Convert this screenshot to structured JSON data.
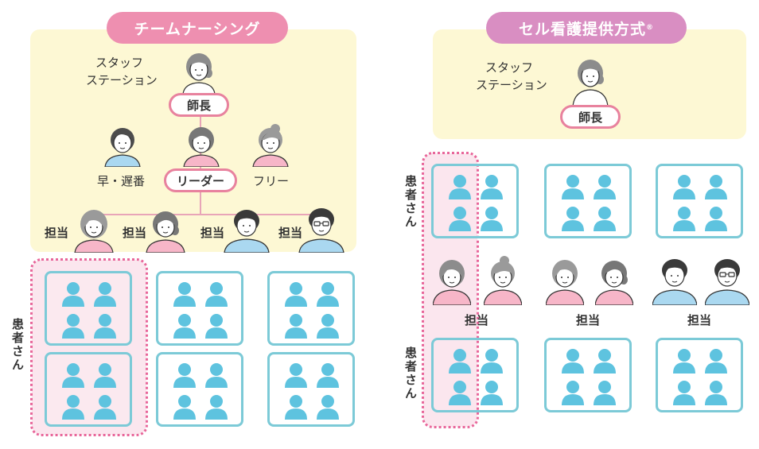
{
  "left": {
    "title": "チームナーシング",
    "station_label_1": "スタッフ",
    "station_label_2": "ステーション",
    "head_nurse": "師長",
    "early_late": "早・遅番",
    "leader": "リーダー",
    "free": "フリー",
    "assigned": [
      "担当",
      "担当",
      "担当",
      "担当"
    ],
    "patients_label": "患者さん"
  },
  "right": {
    "title": "セル看護提供方式",
    "title_mark": "®",
    "station_label_1": "スタッフ",
    "station_label_2": "ステーション",
    "head_nurse": "師長",
    "assigned": [
      "担当",
      "担当",
      "担当"
    ],
    "patients_label_top": "患者さん",
    "patients_label_bottom": "患者さん"
  },
  "colors": {
    "left_title_bg": "#ee8fb0",
    "right_title_bg": "#d98ec2",
    "panel_bg": "#fdf8d4",
    "room_border": "#7ccad7",
    "patient_icon": "#5ec3df",
    "highlight_border": "#e8669a",
    "pink_shirt": "#f7b6c8",
    "blue_shirt": "#aad8f0"
  }
}
